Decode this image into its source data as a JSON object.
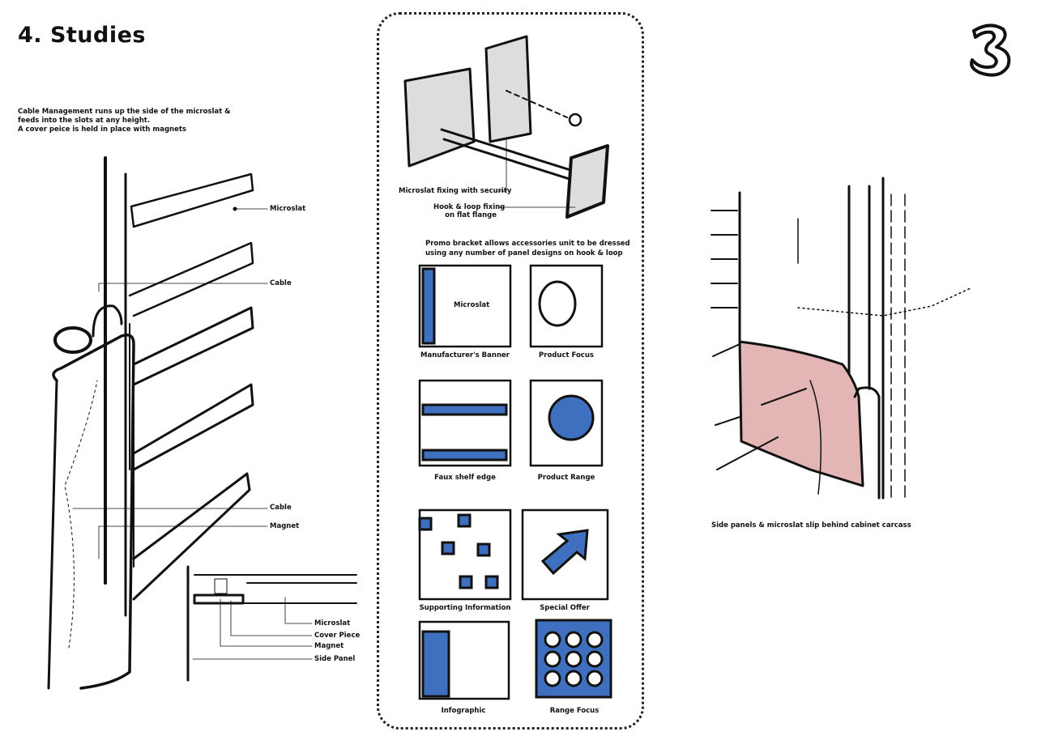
{
  "page": {
    "title": "4. Studies"
  },
  "logo": {
    "text": "3"
  },
  "left_study": {
    "description": [
      "Cable Management runs up the side of the microslat &",
      "feeds into the slots at any height.",
      "A cover peice is held in place with magnets"
    ],
    "callouts": [
      "Microslat",
      "Cable",
      "Cable",
      "Magnet"
    ],
    "detail_callouts": [
      "Microslat",
      "Cover Piece",
      "Magnet",
      "Side Panel"
    ]
  },
  "center_study": {
    "callouts": [
      "Microslat fixing with security",
      "Hook & loop fixing",
      "on flat flange"
    ],
    "promo_text": [
      "Promo bracket allows accessories unit to be dressed",
      "using any number of panel designs on hook & loop"
    ],
    "panels": [
      {
        "label": "Manufacturer's Banner",
        "inner_text": "Microslat"
      },
      {
        "label": "Product Focus"
      },
      {
        "label": "Faux shelf edge"
      },
      {
        "label": "Product Range"
      },
      {
        "label": "Supporting Information"
      },
      {
        "label": "Special Offer"
      },
      {
        "label": "Infographic"
      },
      {
        "label": "Range Focus"
      }
    ]
  },
  "right_study": {
    "caption": "Side panels & microslat slip behind cabinet carcass"
  },
  "colors": {
    "accent_blue": "#3f6fbf",
    "pink": "#e3b5b5",
    "ink": "#111111"
  }
}
